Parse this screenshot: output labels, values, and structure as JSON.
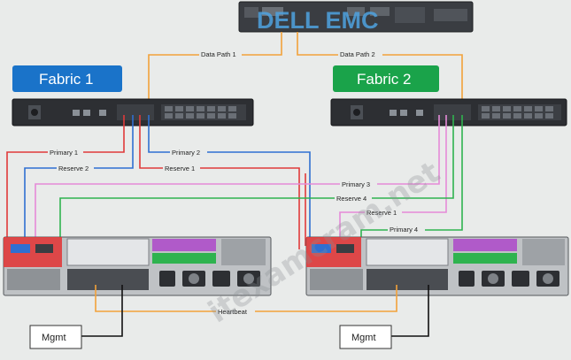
{
  "header": {
    "logo_text": "DELL EMC"
  },
  "fabrics": [
    {
      "label": "Fabric 1",
      "color": "#1a73c9"
    },
    {
      "label": "Fabric 2",
      "color": "#1aa34a"
    }
  ],
  "links": {
    "data_path_1": "Data Path 1",
    "data_path_2": "Data Path 2",
    "primary_1": "Primary 1",
    "reserve_2": "Reserve 2",
    "primary_2": "Primary 2",
    "reserve_1a": "Reserve 1",
    "primary_3": "Primary 3",
    "reserve_4": "Reserve 4",
    "reserve_1b": "Reserve 1",
    "primary_4": "Primary 4",
    "heartbeat": "Heartbeat"
  },
  "mgmt": {
    "left": "Mgmt",
    "right": "Mgmt"
  },
  "watermark": "itexamcram.net",
  "colors": {
    "red": "#e03a3a",
    "blue": "#2f6fd1",
    "pink": "#e58ad8",
    "green": "#2fb34f",
    "orange": "#f2a23a",
    "chassis": "#2d2f33"
  }
}
